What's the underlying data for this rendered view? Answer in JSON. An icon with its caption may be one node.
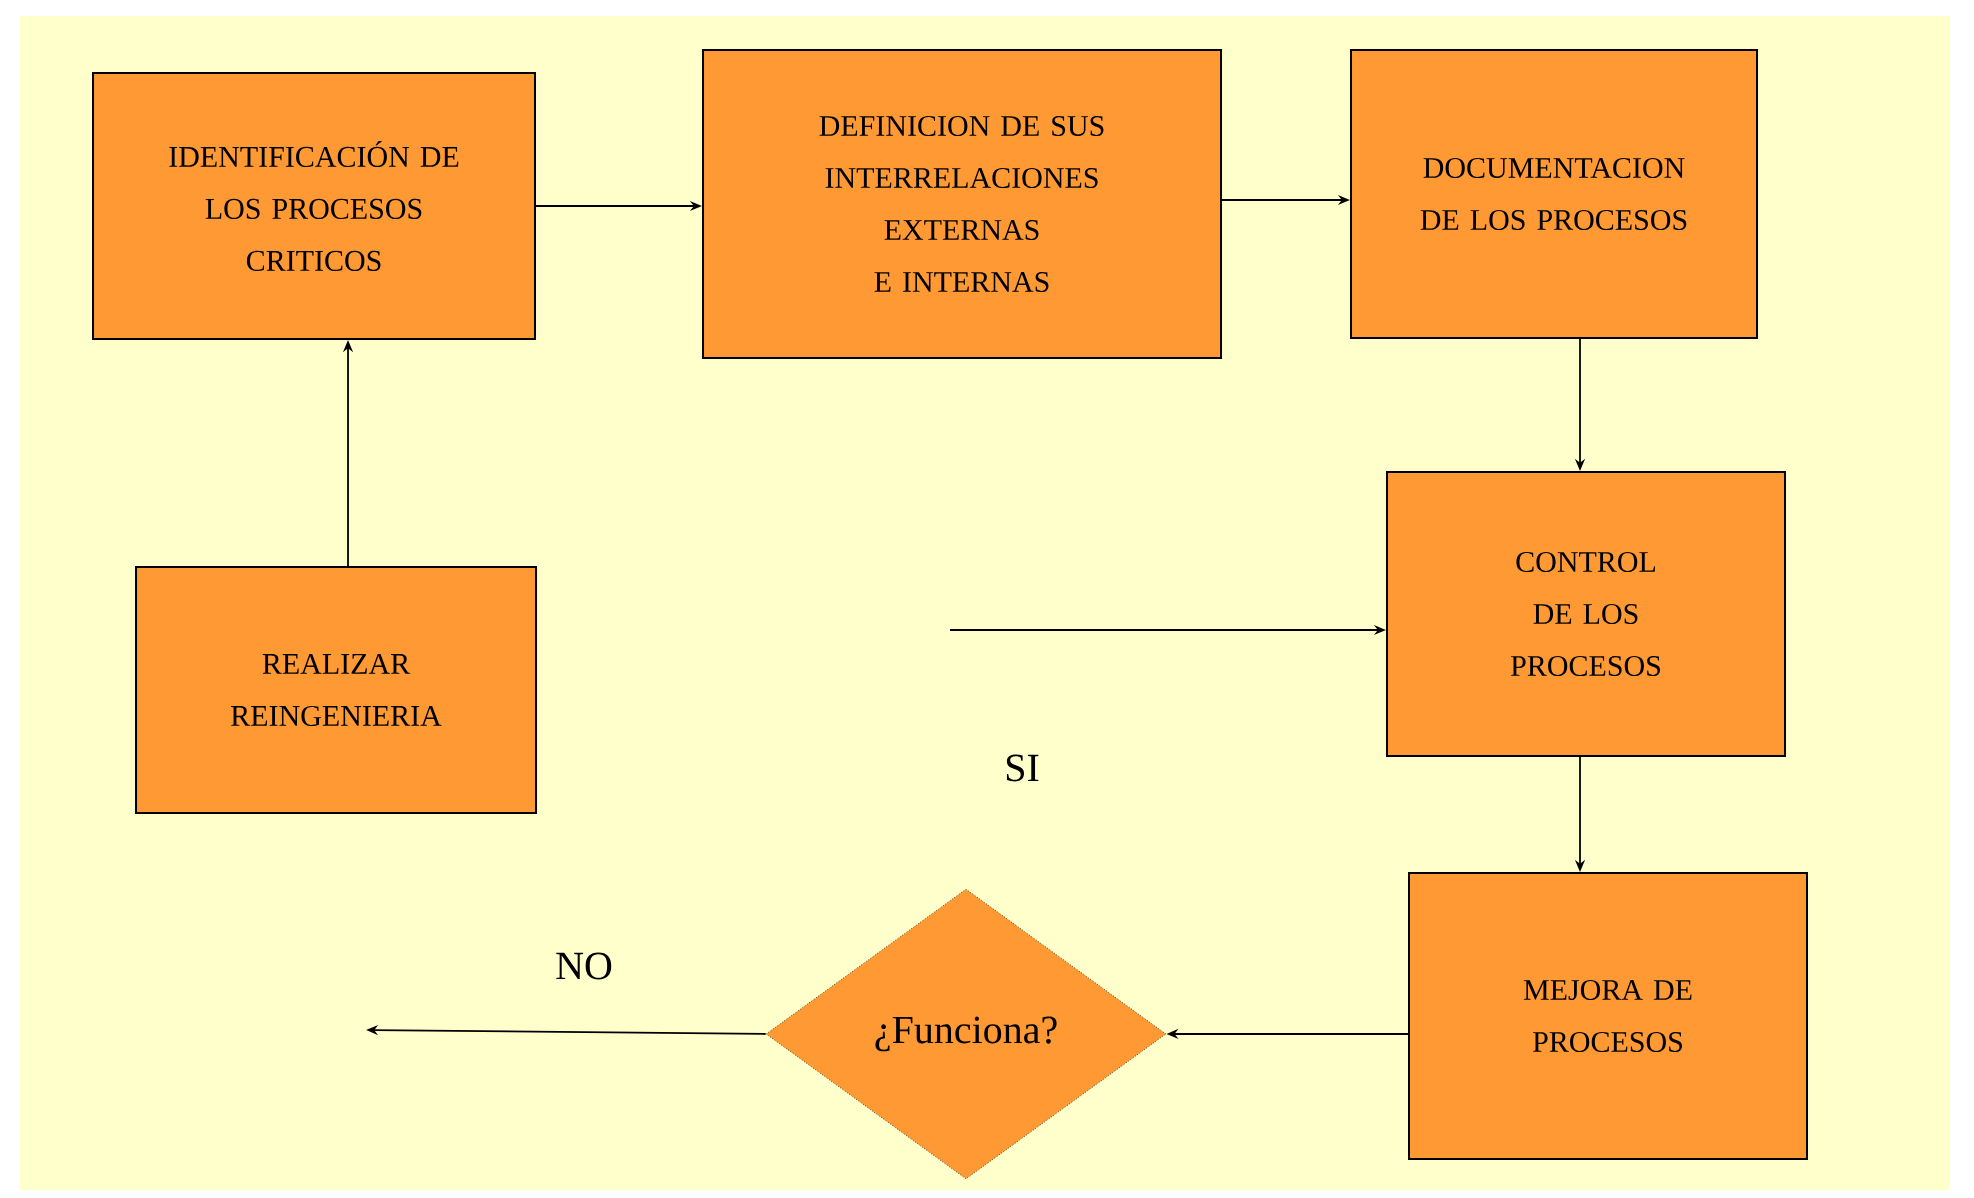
{
  "diagram": {
    "nodes": [
      {
        "text": [
          "IDENTIFICACIÓN DE LOS PROCESOS CRITICOS"
        ]
      },
      {
        "text": [
          "DEFINICION DE SUS INTERRELACIONES EXTERNAS E INTERNAS"
        ]
      },
      {
        "text": [
          "DOCUMENTACION DE LOS PROCESOS"
        ]
      },
      {
        "text": [
          "CONTROL DE LOS PROCESOS"
        ]
      },
      {
        "text": [
          "MEJORA DE PROCESOS"
        ]
      },
      {
        "text": [
          "¿Funciona?"
        ]
      },
      {
        "text": [
          "REALIZAR REINGENIERIA"
        ]
      }
    ],
    "edges": [
      {
        "from": 0,
        "to": 1,
        "arrow": "to"
      },
      {
        "from": 1,
        "to": 2,
        "arrow": "to"
      },
      {
        "from": 2,
        "to": 3,
        "arrow": "to"
      },
      {
        "from": 3,
        "to": 4,
        "arrow": "to"
      },
      {
        "from": 4,
        "to": 5,
        "arrow": "to"
      },
      {
        "from": 5,
        "to": null,
        "arrow": "to",
        "label": "NO"
      },
      {
        "from": null,
        "to": 3,
        "arrow": "to",
        "label": "SI"
      },
      {
        "from": 6,
        "to": 0,
        "arrow": "to"
      }
    ]
  }
}
